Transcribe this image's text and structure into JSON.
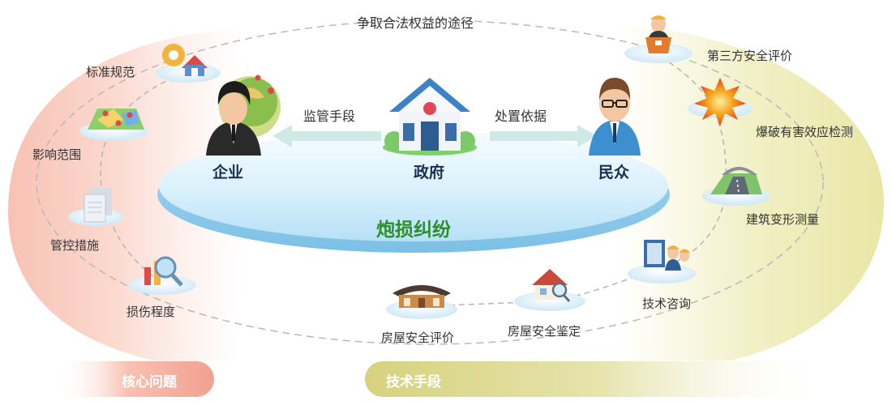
{
  "top_label": "争取合法权益的途径",
  "center": {
    "title": "炮损纠纷"
  },
  "actors": {
    "enterprise": "企业",
    "government": "政府",
    "public": "民众"
  },
  "arrows": {
    "left": "监管手段",
    "right": "处置依据"
  },
  "core_issues": {
    "title": "核心问题",
    "items": [
      "标准规范",
      "影响范围",
      "管控措施",
      "损伤程度"
    ]
  },
  "technical_means": {
    "title": "技术手段",
    "items": [
      "第三方安全评价",
      "爆破有害效应检测",
      "建筑变形测量",
      "技术咨询",
      "房屋安全鉴定",
      "房屋安全评价"
    ]
  },
  "colors": {
    "core_accent": "#f2a090",
    "tech_accent": "#d6d27e",
    "center_text": "#2f8d2f",
    "arrow": "#cfe9e6"
  }
}
